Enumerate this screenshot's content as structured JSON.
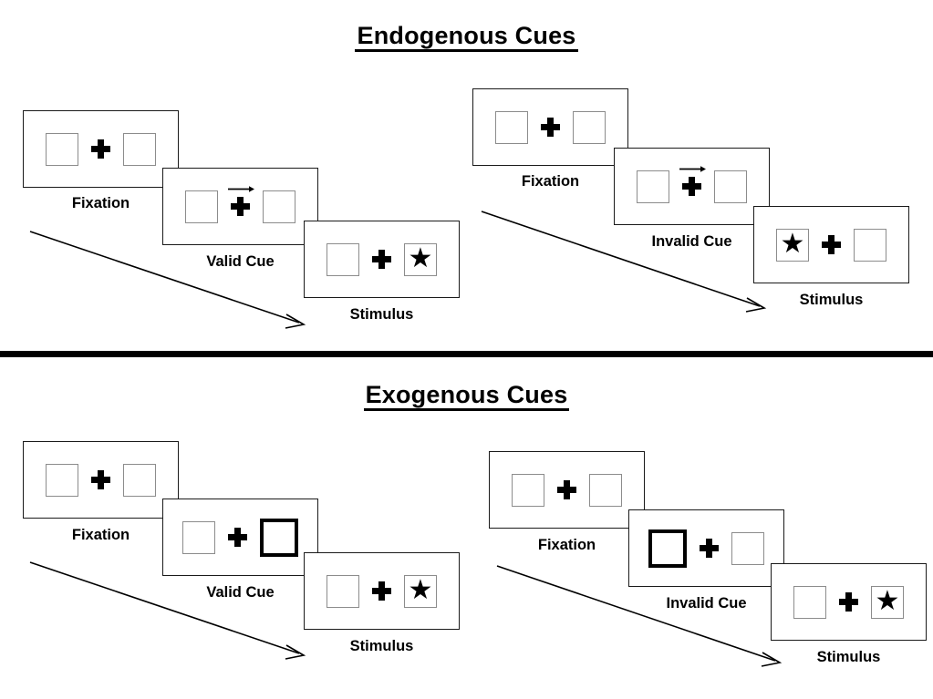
{
  "figure": {
    "sections": [
      {
        "id": "endogenous",
        "title": "Endogenous Cues",
        "groups": [
          {
            "id": "endogenous-valid",
            "cue_type": "arrow",
            "frames": [
              {
                "label": "Fixation",
                "left_content": "empty",
                "right_content": "empty",
                "cue": "none"
              },
              {
                "label": "Valid Cue",
                "left_content": "empty",
                "right_content": "empty",
                "cue": "arrow-right"
              },
              {
                "label": "Stimulus",
                "left_content": "empty",
                "right_content": "star",
                "cue": "none"
              }
            ]
          },
          {
            "id": "endogenous-invalid",
            "cue_type": "arrow",
            "frames": [
              {
                "label": "Fixation",
                "left_content": "empty",
                "right_content": "empty",
                "cue": "none"
              },
              {
                "label": "Invalid Cue",
                "left_content": "empty",
                "right_content": "empty",
                "cue": "arrow-right"
              },
              {
                "label": "Stimulus",
                "left_content": "star",
                "right_content": "empty",
                "cue": "none"
              }
            ]
          }
        ]
      },
      {
        "id": "exogenous",
        "title": "Exogenous Cues",
        "groups": [
          {
            "id": "exogenous-valid",
            "cue_type": "peripheral-box",
            "frames": [
              {
                "label": "Fixation",
                "left_content": "empty",
                "right_content": "empty",
                "cue": "none"
              },
              {
                "label": "Valid Cue",
                "left_content": "empty",
                "right_content": "cued",
                "cue": "box-right"
              },
              {
                "label": "Stimulus",
                "left_content": "empty",
                "right_content": "star",
                "cue": "none"
              }
            ]
          },
          {
            "id": "exogenous-invalid",
            "cue_type": "peripheral-box",
            "frames": [
              {
                "label": "Fixation",
                "left_content": "empty",
                "right_content": "empty",
                "cue": "none"
              },
              {
                "label": "Invalid Cue",
                "left_content": "cued",
                "right_content": "empty",
                "cue": "box-left"
              },
              {
                "label": "Stimulus",
                "left_content": "empty",
                "right_content": "star",
                "cue": "none"
              }
            ]
          }
        ]
      }
    ],
    "glyphs": {
      "star": "★",
      "fixation": "plus-cross",
      "cue_arrow": "arrow-right-icon",
      "time_arrow": "time-progression-arrow"
    },
    "colors": {
      "frame_border": "#1a1a1a",
      "box_border": "#8c8c8c",
      "cued_box_border": "#000000",
      "divider": "#000000",
      "background": "#ffffff",
      "text": "#000000"
    }
  }
}
